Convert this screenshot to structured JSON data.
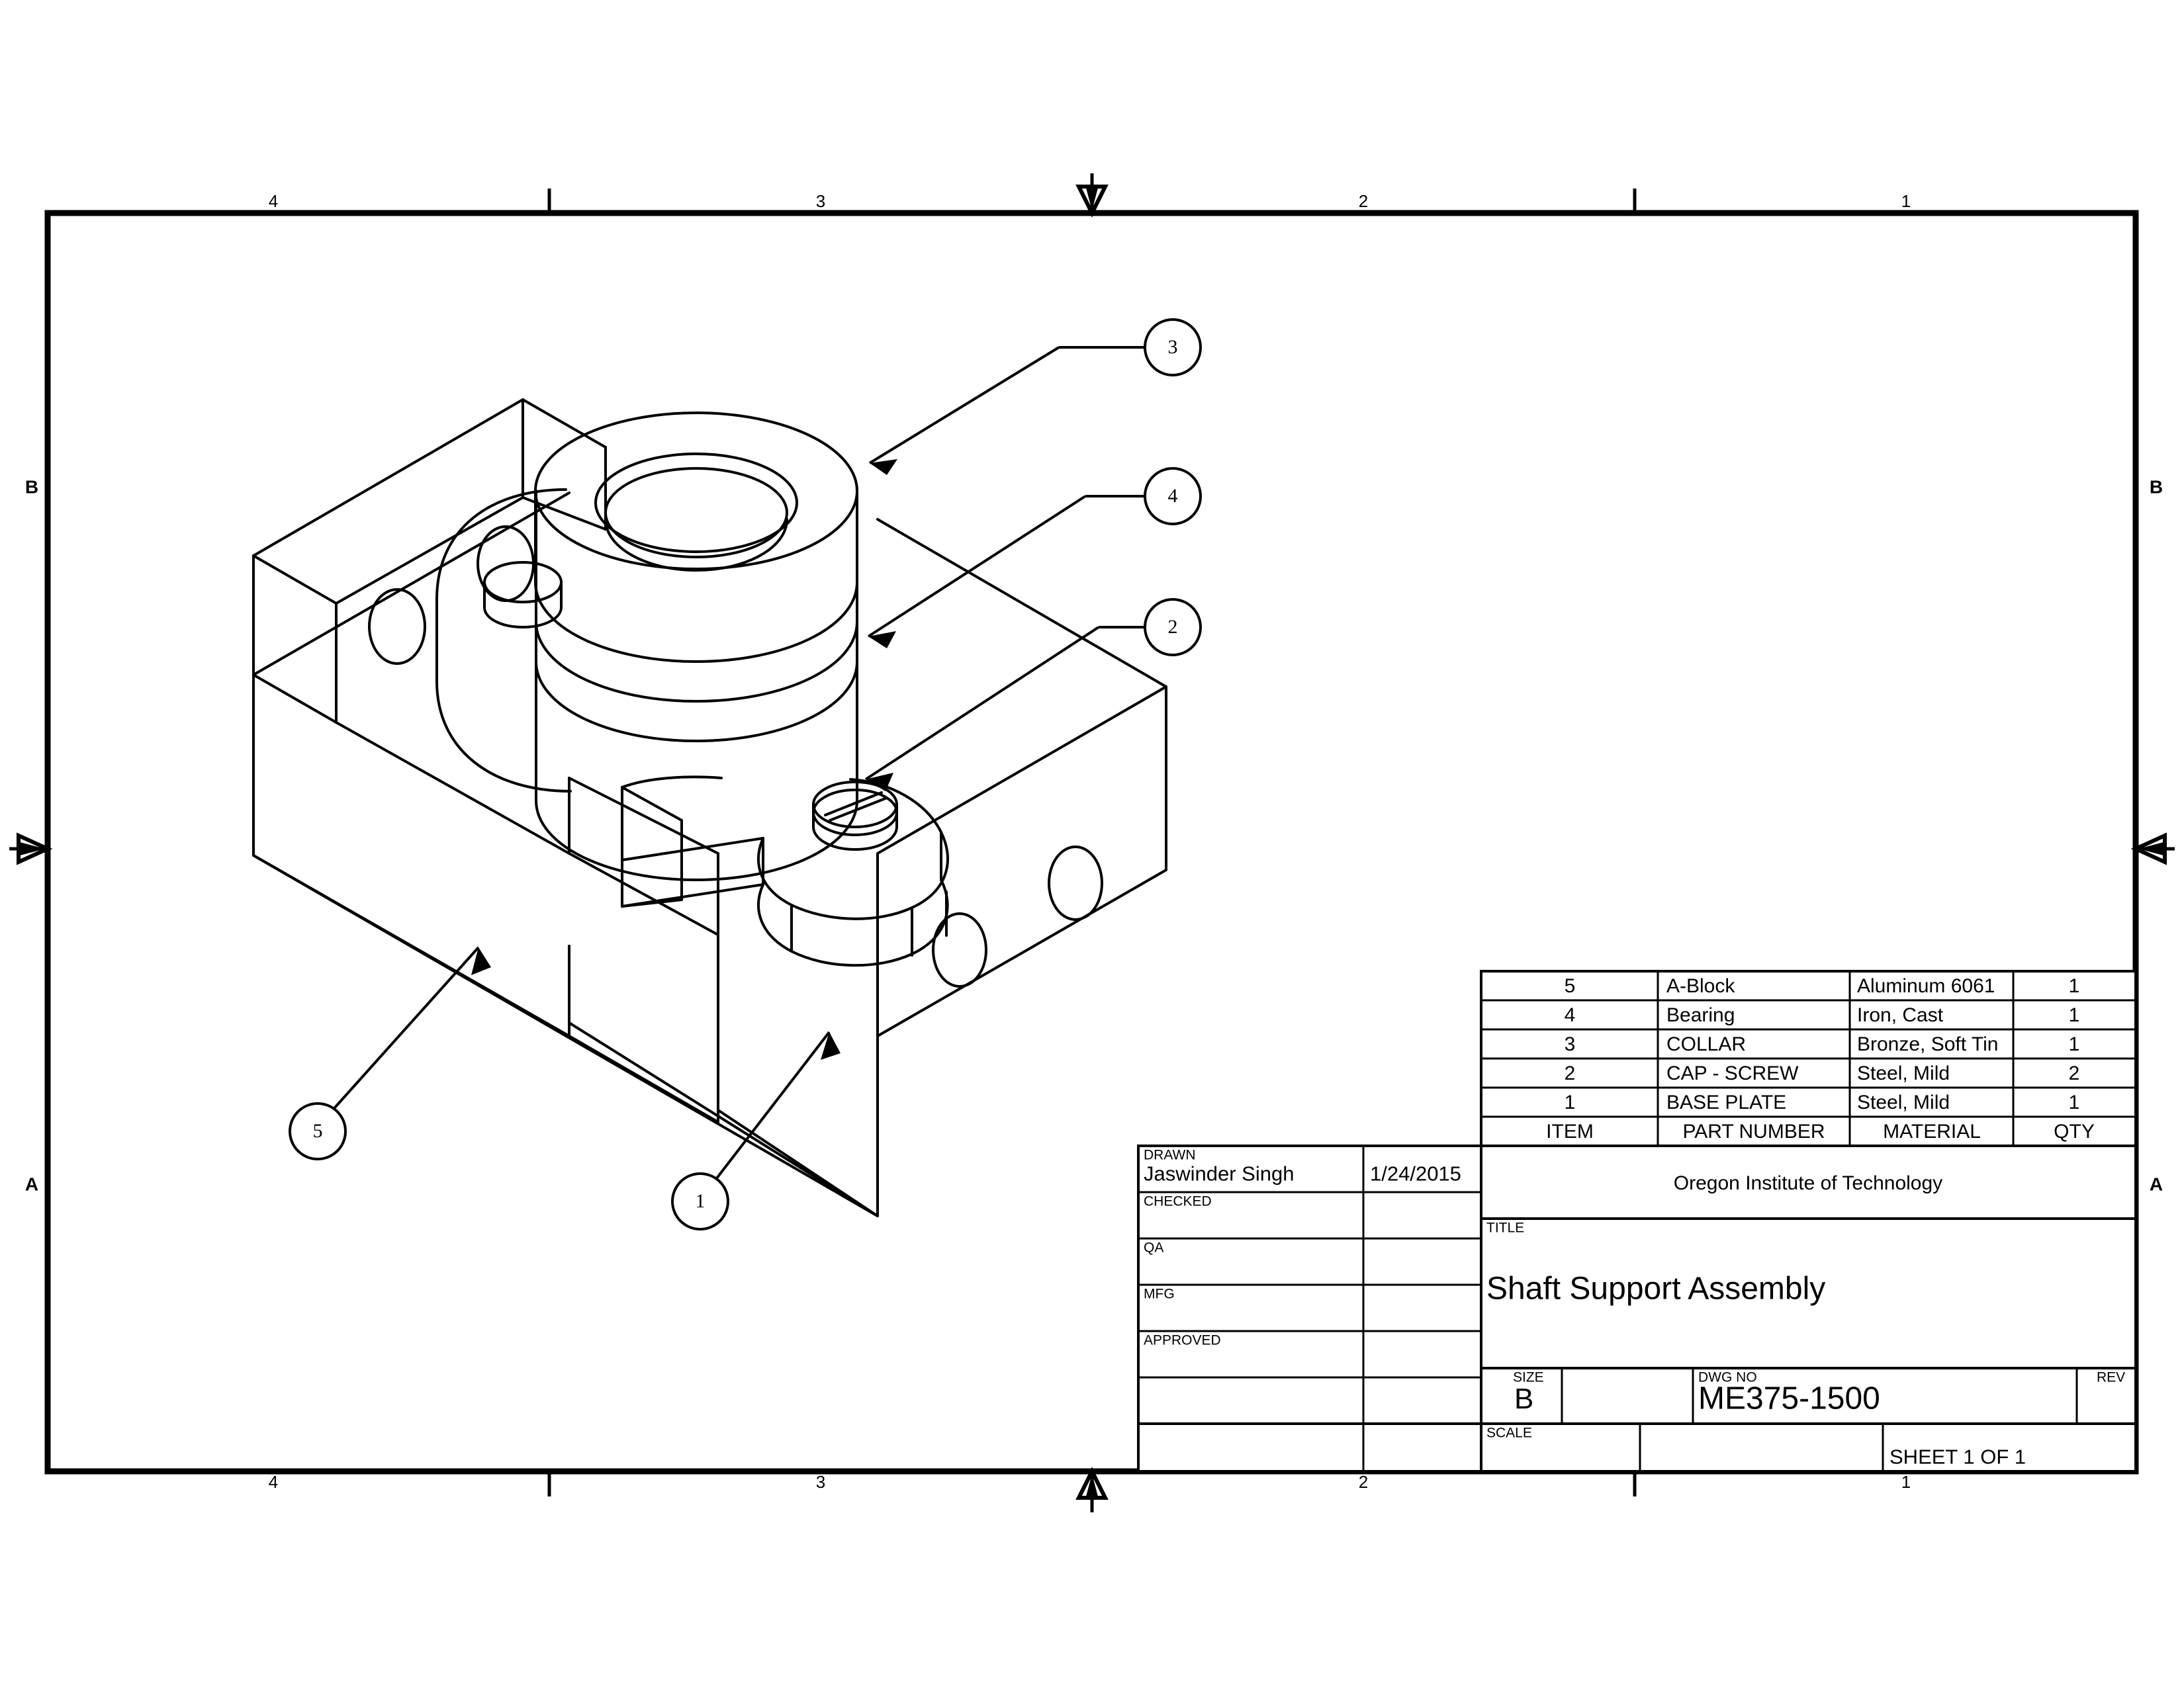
{
  "sheet": {
    "zones_top": [
      "4",
      "3",
      "2",
      "1"
    ],
    "zones_bottom": [
      "4",
      "3",
      "2",
      "1"
    ],
    "zones_left": [
      "B",
      "A"
    ],
    "zones_right": [
      "B",
      "A"
    ]
  },
  "balloons": [
    {
      "id": "b3",
      "label": "3"
    },
    {
      "id": "b4",
      "label": "4"
    },
    {
      "id": "b2",
      "label": "2"
    },
    {
      "id": "b5",
      "label": "5"
    },
    {
      "id": "b1",
      "label": "1"
    }
  ],
  "bom": {
    "headers": [
      "ITEM",
      "PART NUMBER",
      "MATERIAL",
      "QTY"
    ],
    "rows": [
      {
        "item": "5",
        "part": "A-Block",
        "material": "Aluminum 6061",
        "qty": "1"
      },
      {
        "item": "4",
        "part": "Bearing",
        "material": "Iron, Cast",
        "qty": "1"
      },
      {
        "item": "3",
        "part": "COLLAR",
        "material": "Bronze, Soft Tin",
        "qty": "1"
      },
      {
        "item": "2",
        "part": "CAP - SCREW",
        "material": "Steel, Mild",
        "qty": "2"
      },
      {
        "item": "1",
        "part": "BASE PLATE",
        "material": "Steel, Mild",
        "qty": "1"
      }
    ]
  },
  "title_block": {
    "drawn_label": "DRAWN",
    "drawn_name": "Jaswinder Singh",
    "drawn_date": "1/24/2015",
    "checked_label": "CHECKED",
    "checked_value": "",
    "checked_date": "",
    "qa_label": "QA",
    "qa_value": "",
    "qa_date": "",
    "mfg_label": "MFG",
    "mfg_value": "",
    "mfg_date": "",
    "approved_label": "APPROVED",
    "approved_value": "",
    "approved_date": "",
    "organization": "Oregon Institute of Technology",
    "title_label": "TITLE",
    "title_value": "Shaft Support Assembly",
    "size_label": "SIZE",
    "size_value": "B",
    "dwgno_label": "DWG NO",
    "dwgno_value": "ME375-1500",
    "rev_label": "REV",
    "rev_value": "",
    "scale_label": "SCALE",
    "scale_value": "",
    "sheet_text": "SHEET 1  OF 1"
  },
  "colors": {
    "line": "#000000",
    "paper": "#ffffff"
  }
}
